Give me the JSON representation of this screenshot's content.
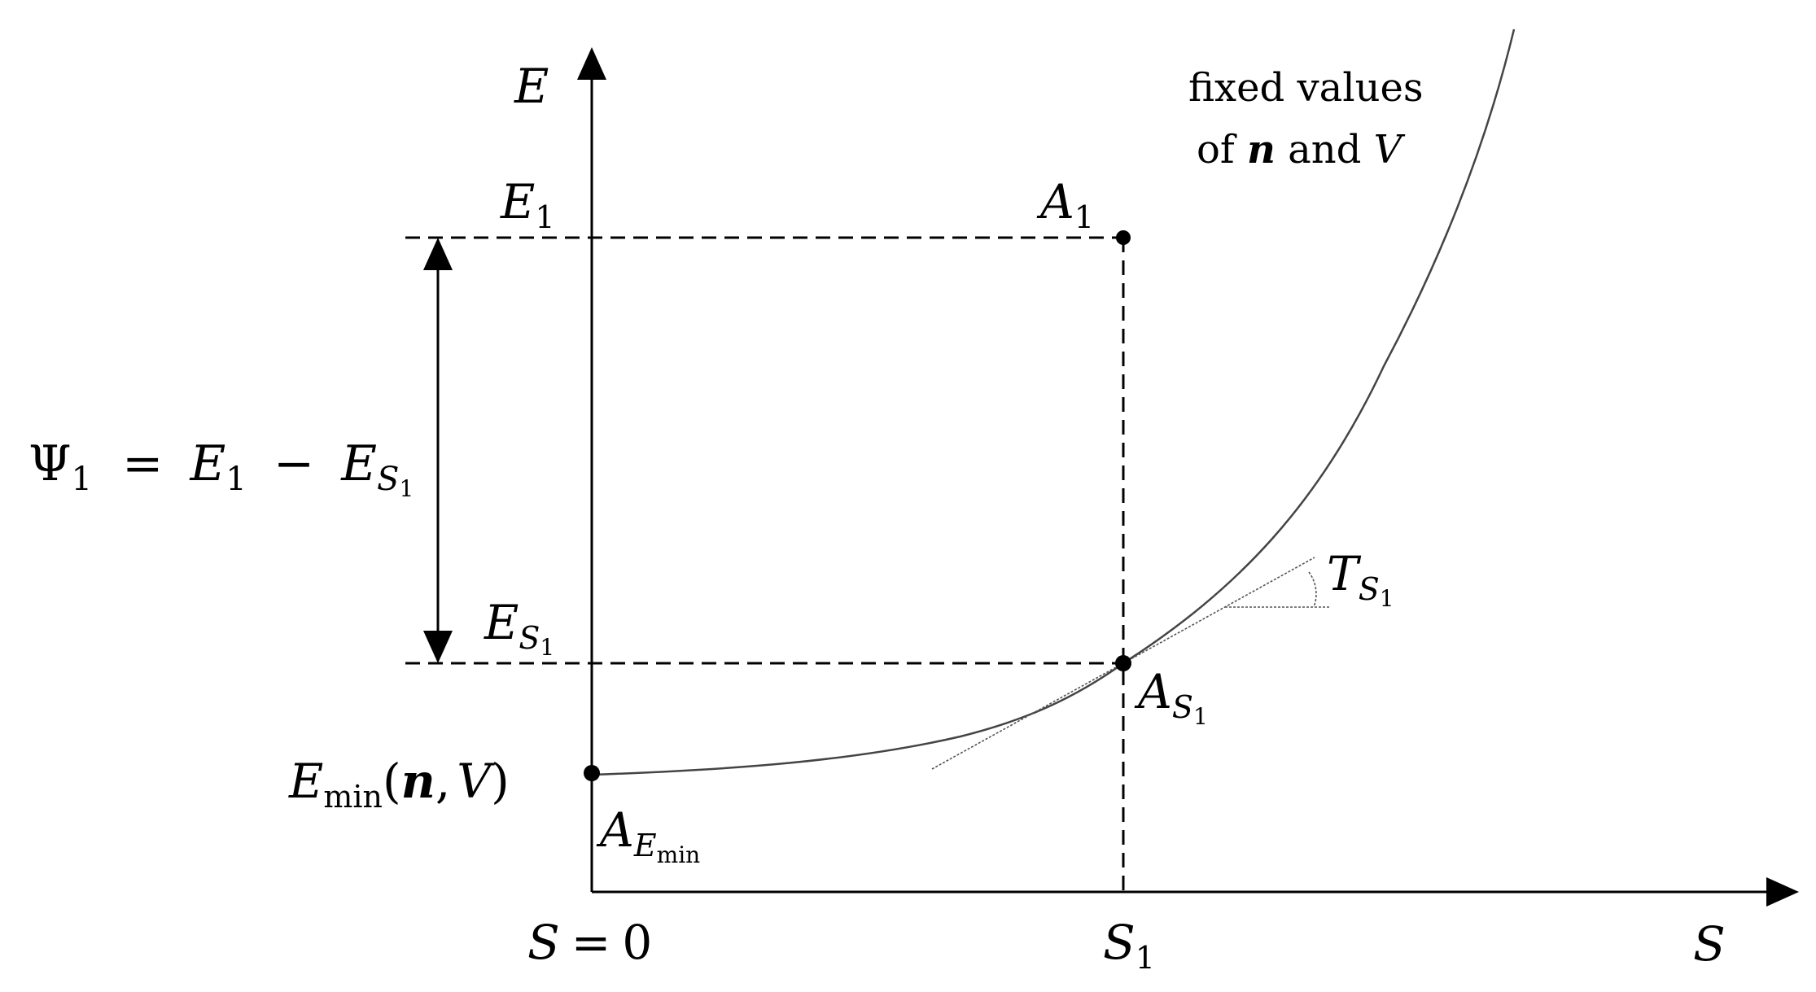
{
  "axes": {
    "y_symbol": "E",
    "x_symbol": "S"
  },
  "labels": {
    "curve_note_line1": "fixed values",
    "curve_note_line2_of": "of",
    "curve_note_line2_n": "n",
    "curve_note_line2_and": "and",
    "curve_note_line2_V": "V",
    "E1_base": "E",
    "E1_sub": "1",
    "A1_base": "A",
    "A1_sub": "1",
    "psi_base": "Ψ",
    "psi_sub": "1",
    "psi_eq": "=",
    "psi_E1": "E",
    "psi_E1_sub": "1",
    "psi_minus": "−",
    "psi_ES1": "E",
    "psi_ES1_sub": "S",
    "psi_ES1_subsub": "1",
    "ES1_base": "E",
    "ES1_sub": "S",
    "ES1_subsub": "1",
    "AS1_base": "A",
    "AS1_sub": "S",
    "AS1_subsub": "1",
    "TS1_base": "T",
    "TS1_sub": "S",
    "TS1_subsub": "1",
    "Emin_base": "E",
    "Emin_sub": "min",
    "Emin_args_open": "(",
    "Emin_args_n": "n",
    "Emin_args_comma": ",",
    "Emin_args_V": "V",
    "Emin_args_close": ")",
    "AEmin_base": "A",
    "AEmin_sub": "E",
    "AEmin_subsub": "min",
    "S0_S": "S",
    "S0_eq": "=",
    "S0_zero": "0",
    "S1_base": "S",
    "S1_sub": "1"
  },
  "colors": {
    "ink": "#000000",
    "curve": "#444444",
    "tangent": "#555555"
  }
}
